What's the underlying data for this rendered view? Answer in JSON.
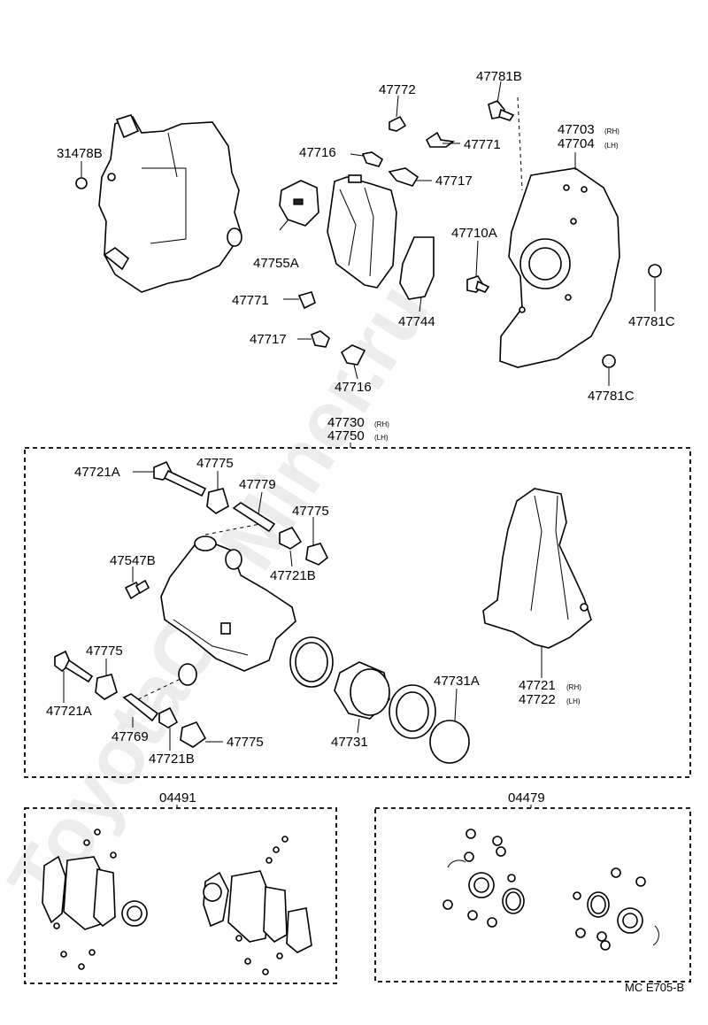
{
  "watermark": "ToyotaCarMiner.ru",
  "labels": {
    "p31478B": "31478B",
    "p47772": "47772",
    "p47781B": "47781B",
    "p47703": "47703",
    "p47703_sub": "(RH)",
    "p47704": "47704",
    "p47704_sub": "(LH)",
    "p47716_top": "47716",
    "p47771_top": "47771",
    "p47717_top": "47717",
    "p47710A": "47710A",
    "p47755A": "47755A",
    "p47771_mid": "47771",
    "p47744": "47744",
    "p47781C_a": "47781C",
    "p47717_mid": "47717",
    "p47716_mid": "47716",
    "p47781C_b": "47781C",
    "p47730": "47730",
    "p47730_sub": "(RH)",
    "p47750": "47750",
    "p47750_sub": "(LH)",
    "p47721A_top": "47721A",
    "p47775_a": "47775",
    "p47779": "47779",
    "p47775_b": "47775",
    "p47547B": "47547B",
    "p47721B_a": "47721B",
    "p47775_c": "47775",
    "p47721A_bot": "47721A",
    "p47769": "47769",
    "p47775_d": "47775",
    "p47721B_b": "47721B",
    "p47731": "47731",
    "p47731A": "47731A",
    "p47721": "47721",
    "p47721_sub": "(RH)",
    "p47722": "47722",
    "p47722_sub": "(LH)",
    "kit1": "04491",
    "kit2": "04479",
    "code": "MC E705-B"
  }
}
